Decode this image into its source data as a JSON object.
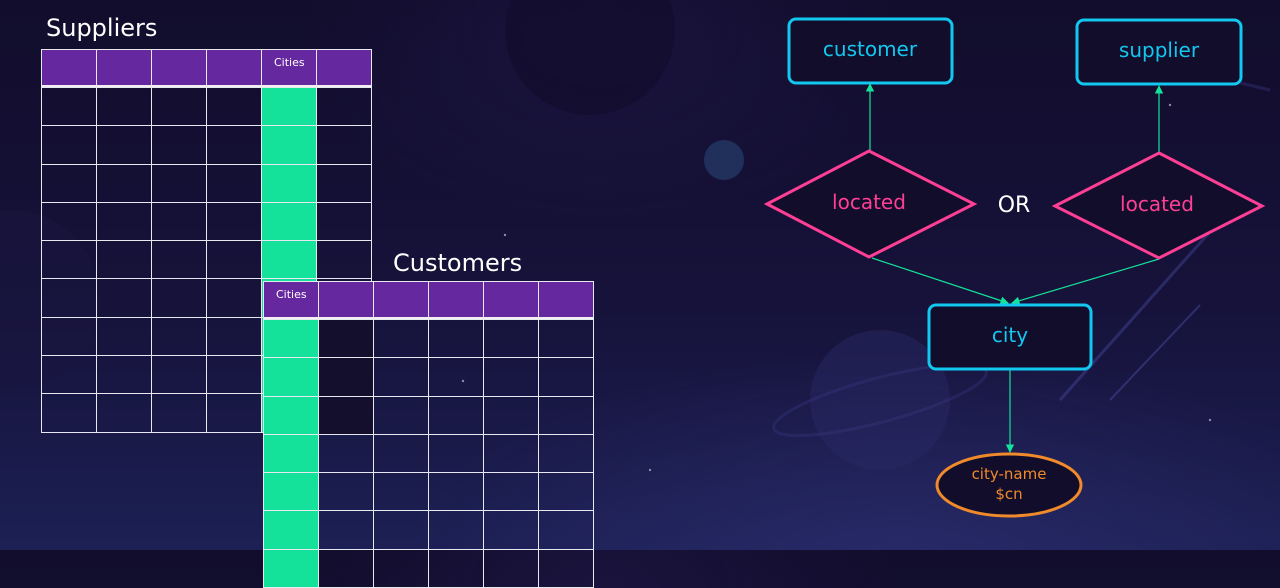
{
  "suppliers_table": {
    "title": "Suppliers",
    "header_cells": [
      "",
      "",
      "",
      "",
      "Cities",
      ""
    ],
    "highlighted_column": 4,
    "body_rows": 9
  },
  "customers_table": {
    "title": "Customers",
    "header_cells": [
      "Cities",
      "",
      "",
      "",
      "",
      ""
    ],
    "highlighted_column": 0,
    "body_rows": 7
  },
  "er_diagram": {
    "entities": {
      "customer": "customer",
      "supplier": "supplier",
      "city": "city"
    },
    "relationships": {
      "customer_located": "located",
      "supplier_located": "located"
    },
    "connector": "OR",
    "attribute": {
      "line1": "city-name",
      "line2": "$cn"
    },
    "colors": {
      "entity_border": "#12c8f0",
      "entity_text": "#12c8f0",
      "relationship_border": "#ff3f95",
      "relationship_text": "#ff3f95",
      "attribute_border": "#f08a2a",
      "attribute_text": "#f08a2a",
      "line": "#14e29a",
      "connector_text": "#ffffff"
    }
  }
}
